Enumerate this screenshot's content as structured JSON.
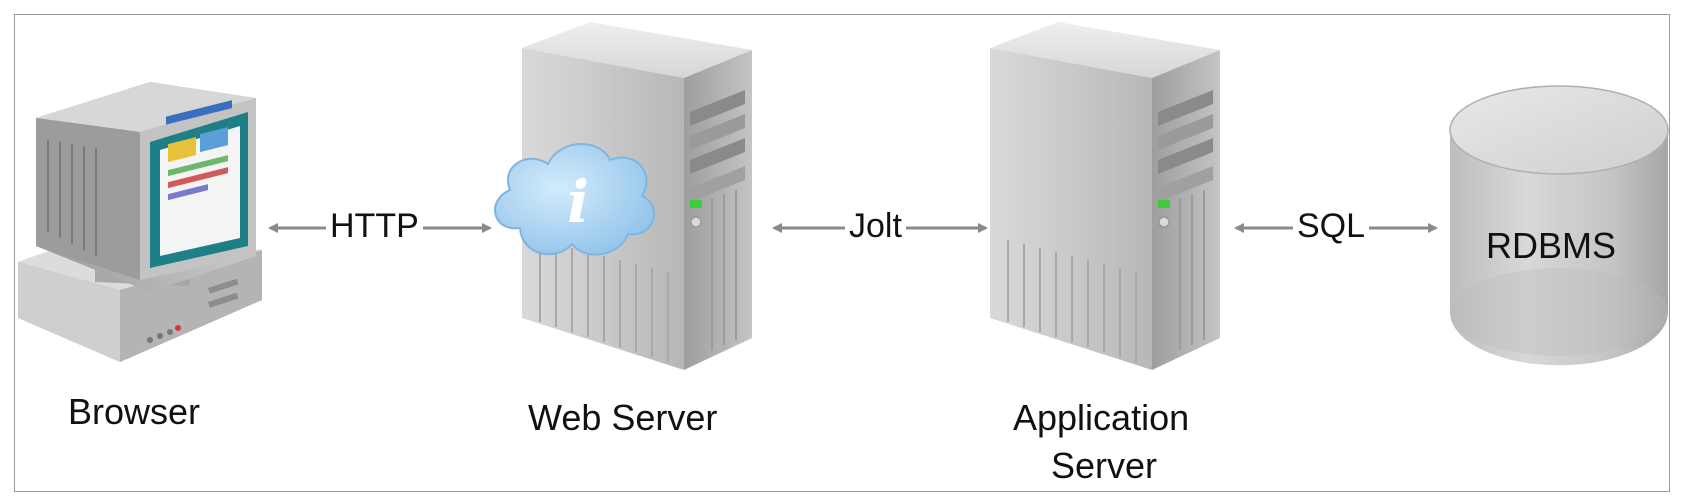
{
  "nodes": {
    "browser": "Browser",
    "web_server": "Web Server",
    "app_server_line1": "Application",
    "app_server_line2": "Server",
    "rdbms": "RDBMS"
  },
  "links": {
    "browser_web": "HTTP",
    "web_app": "Jolt",
    "app_db": "SQL"
  },
  "icons": {
    "info_glyph": "i"
  },
  "colors": {
    "frame": "#9a9a9a",
    "arrow": "#8a8a8a",
    "cloud": "#a9d2f2",
    "screen_teal": "#1f7f86",
    "led_green": "#3ccc3c"
  }
}
